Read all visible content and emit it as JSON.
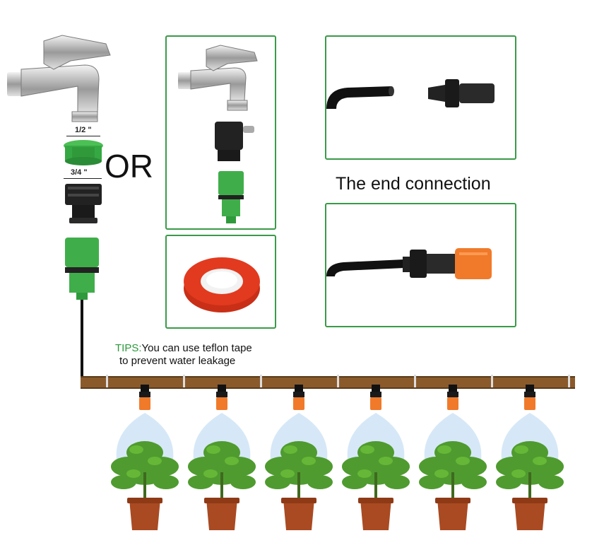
{
  "labels": {
    "or": "OR",
    "size_half": "1/2 \"",
    "size_three_quarter": "3/4 \"",
    "end_connection": "The end connection",
    "tips_tag": "TIPS:",
    "tips_line1": "You can use teflon tape",
    "tips_line2": "to prevent water leakage"
  },
  "colors": {
    "frame_green": "#3a9a48",
    "tips_green": "#2a9a3a",
    "connector_green": "#3fae4a",
    "pipe_brown": "#8a5a2b",
    "dripper_orange": "#f07a2a",
    "tape_red": "#e23a1f",
    "pot_terracotta": "#a94a22",
    "leaf_green": "#4f9b2f",
    "spray_blue": "#cfe4f6"
  },
  "icons": {
    "faucet": "faucet-icon",
    "adapter": "thread-adapter-icon",
    "quick_connector": "quick-connector-icon",
    "teflon_tape": "teflon-tape-icon",
    "end_plug": "end-plug-icon",
    "end_cap": "end-cap-dripper-icon",
    "plant": "potted-plant-icon"
  },
  "plant_count": 6
}
